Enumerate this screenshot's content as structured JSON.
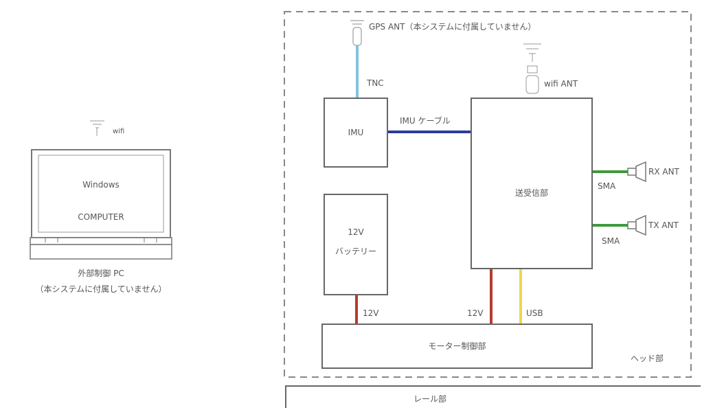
{
  "pc": {
    "wifi_label": "wifi",
    "line1": "Windows",
    "line2": "COMPUTER",
    "caption1": "外部制御 PC",
    "caption2": "（本システムに付属していません）"
  },
  "gps_label": "GPS ANT（本システムに付属していません）",
  "tnc_label": "TNC",
  "imu_label": "IMU",
  "imu_cable_label": "IMU ケーブル",
  "wifi_ant_label": "wifi ANT",
  "transceiver_label": "送受信部",
  "rx_ant_label": "RX ANT",
  "tx_ant_label": "TX ANT",
  "sma_label": "SMA",
  "battery": {
    "line1": "12V",
    "line2": "バッテリー"
  },
  "v12_label": "12V",
  "usb_label": "USB",
  "motor_label": "モーター制御部",
  "head_label": "ヘッド部",
  "rail_label": "レール部",
  "colors": {
    "tnc_cable": "#7fc4dc",
    "imu_cable": "#2b3a9b",
    "sma_cable": "#3c9a3c",
    "power_cable": "#b53b30",
    "usb_cable": "#e9d94a",
    "box_stroke": "#666666"
  }
}
